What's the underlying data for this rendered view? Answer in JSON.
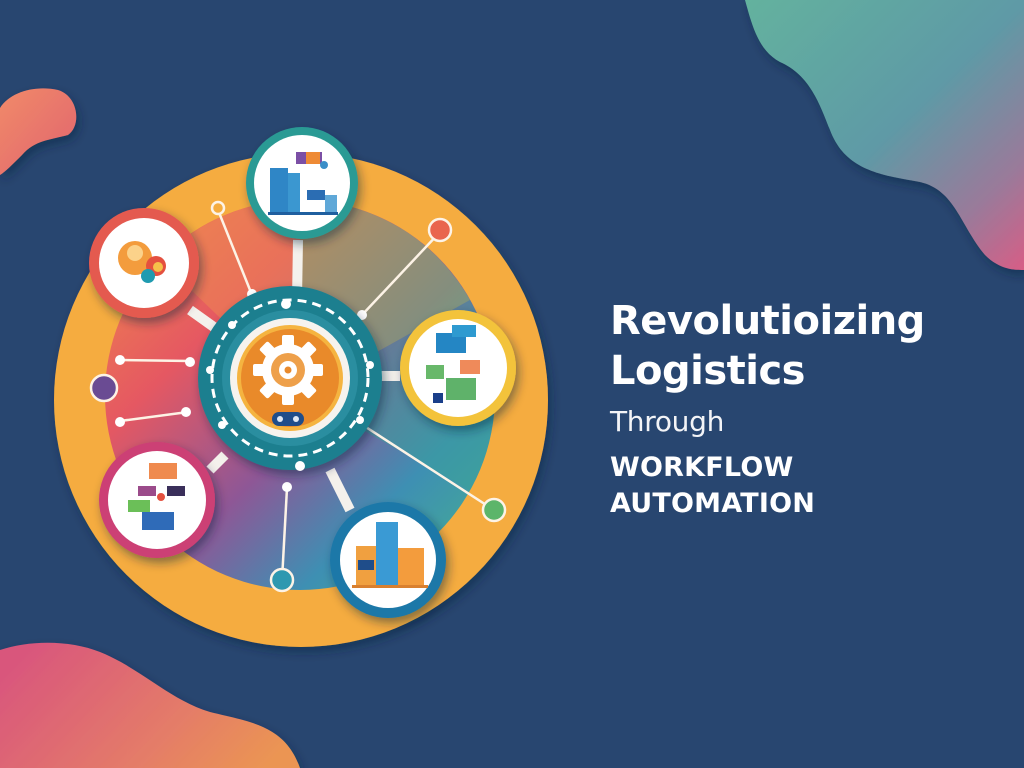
{
  "title": {
    "line1": "Revolutioizing",
    "line2": "Logistics",
    "connector": "Through",
    "line3": "WORKFLOW",
    "line4": "AUTOMATION"
  },
  "colors": {
    "background": "#284670",
    "outer_ring": "#f5ac3f",
    "hub_teal": "#1f7f8f",
    "hub_core": "#e98a2c",
    "blob_teal": "#63ae9e",
    "blob_pink": "#d55f84",
    "blob_coral": "#ee7a62"
  },
  "nodes": [
    {
      "id": "gears",
      "icon": "gears-idea-icon",
      "ring_color": "#e45a50"
    },
    {
      "id": "warehouse",
      "icon": "warehouse-network-icon",
      "ring_color": "#2a9a94"
    },
    {
      "id": "dashboards",
      "icon": "dashboard-cards-icon",
      "ring_color": "#f3c33a"
    },
    {
      "id": "flowchart",
      "icon": "flowchart-icon",
      "ring_color": "#cc3f74"
    },
    {
      "id": "buildings",
      "icon": "office-buildings-icon",
      "ring_color": "#1f78a8"
    }
  ],
  "center": {
    "icon": "gear-automation-icon"
  }
}
